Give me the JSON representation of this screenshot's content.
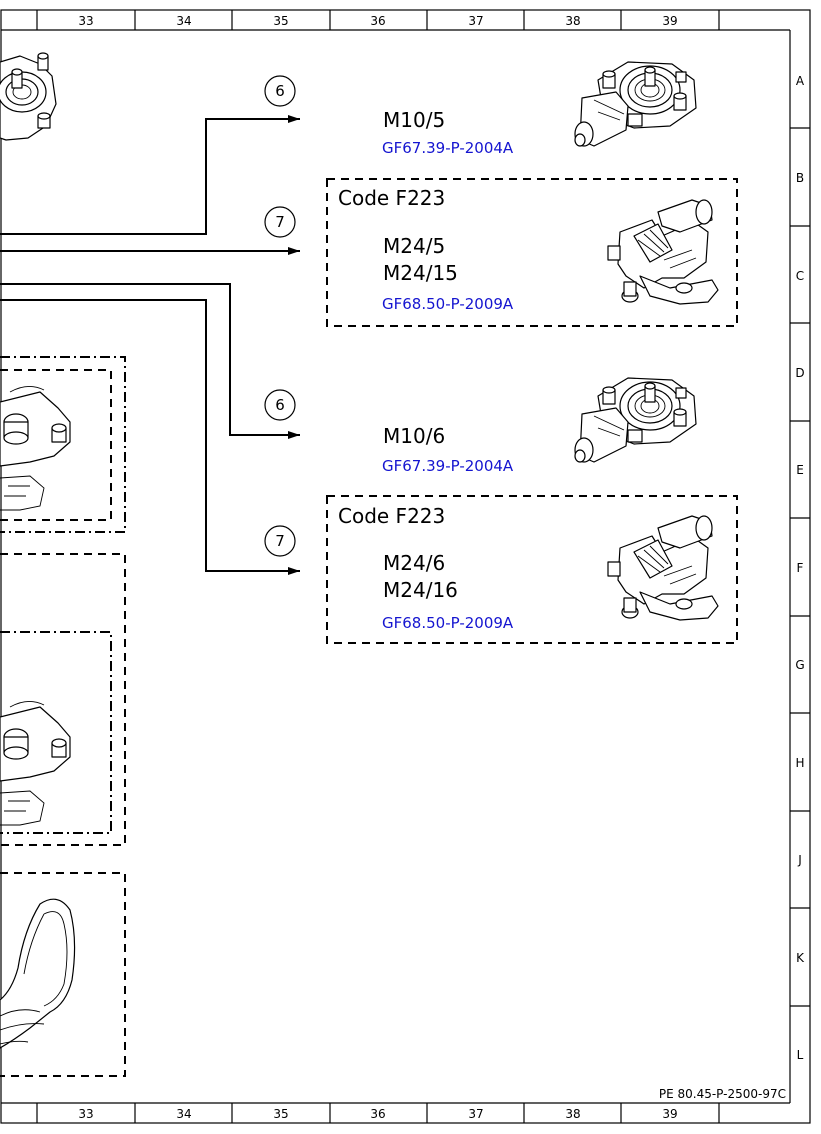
{
  "grid": {
    "columns": [
      "33",
      "34",
      "35",
      "36",
      "37",
      "38",
      "39"
    ],
    "rows": [
      "A",
      "B",
      "C",
      "D",
      "E",
      "F",
      "G",
      "H",
      "J",
      "K",
      "L"
    ]
  },
  "connectors": [
    {
      "number": "6"
    },
    {
      "number": "7"
    },
    {
      "number": "6"
    },
    {
      "number": "7"
    }
  ],
  "components": [
    {
      "refs": [
        "M10/5"
      ],
      "doc": "GF67.39-P-2004A"
    },
    {
      "code": "Code F223",
      "refs": [
        "M24/5",
        "M24/15"
      ],
      "doc": "GF68.50-P-2009A"
    },
    {
      "refs": [
        "M10/6"
      ],
      "doc": "GF67.39-P-2004A"
    },
    {
      "code": "Code F223",
      "refs": [
        "M24/6",
        "M24/16"
      ],
      "doc": "GF68.50-P-2009A"
    }
  ],
  "icons": {
    "window_motor": "window-lifter-motor-icon",
    "seat_motor": "seat-adjustment-motor-icon",
    "seat": "seat-icon"
  },
  "document_id": "PE 80.45-P-2500-97C"
}
